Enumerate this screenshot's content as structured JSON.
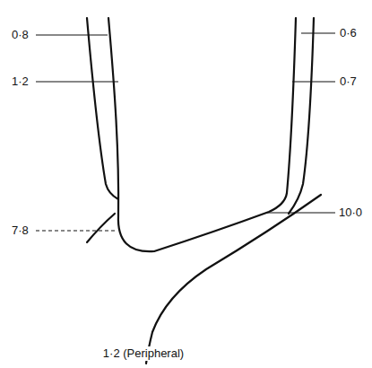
{
  "diagram": {
    "labels": [
      "0·8",
      "1·2",
      "7·8",
      "0·6",
      "0·7",
      "10·0",
      "1·2 (Peripheral)"
    ]
  }
}
